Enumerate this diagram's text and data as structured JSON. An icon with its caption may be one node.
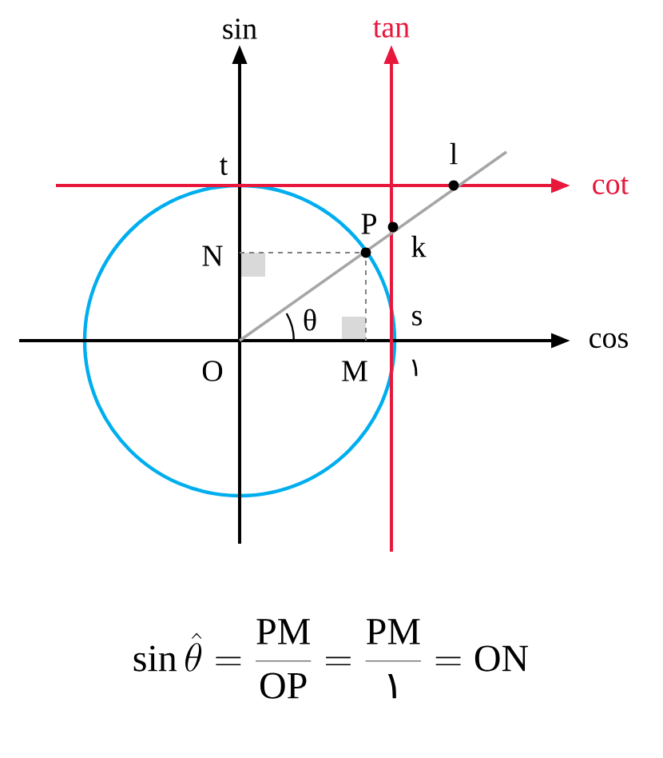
{
  "diagram": {
    "labels": [
      "sin",
      "tan",
      "cot",
      "cos",
      "t",
      "l",
      "P",
      "k",
      "N",
      "θ",
      "s",
      "O",
      "M",
      "١",
      "\\sin\\hat{\\theta}=\\frac{\\mathrm{PM}}{\\mathrm{OP}}=\\frac{\\mathrm{PM}}{\\mbox{\\adigit ١}}=\\mathrm{ON}"
    ]
  }
}
